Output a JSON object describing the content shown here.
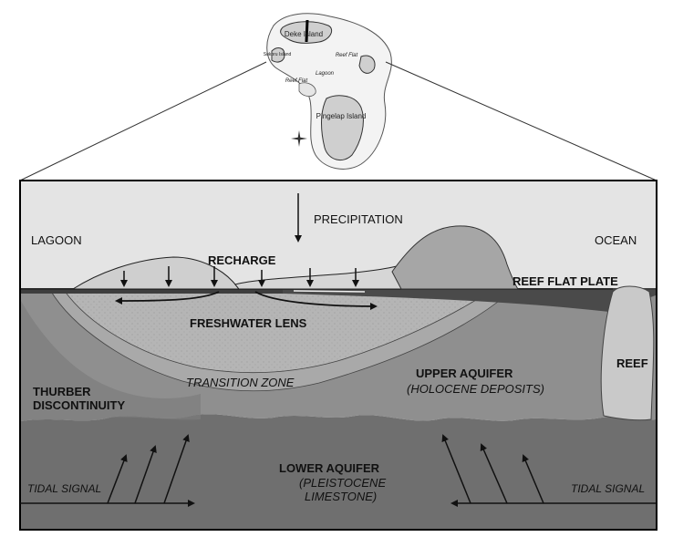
{
  "map": {
    "deke_island": "Deke Island",
    "sukoru_island": "Sukoru Island",
    "reef_flat_1": "Reef Flat",
    "reef_flat_2": "Reef Flat",
    "lagoon": "Lagoon",
    "pingelap_island": "Pingelap Island",
    "compass_icon": "compass-rose-icon"
  },
  "cross_section": {
    "lagoon": "LAGOON",
    "ocean": "OCEAN",
    "precipitation": "PRECIPITATION",
    "recharge": "RECHARGE",
    "reef_flat_plate": "REEF FLAT PLATE",
    "freshwater_lens": "FRESHWATER LENS",
    "transition_zone": "TRANSITION ZONE",
    "upper_aquifer": "UPPER AQUIFER",
    "upper_aquifer_sub": "(HOLOCENE DEPOSITS)",
    "thurber_line1": "THURBER",
    "thurber_line2": "DISCONTINUITY",
    "reef": "REEF",
    "lower_aquifer": "LOWER AQUIFER",
    "lower_aquifer_sub1": "(PLEISTOCENE",
    "lower_aquifer_sub2": "LIMESTONE)",
    "tidal_signal_left": "TIDAL SIGNAL",
    "tidal_signal_right": "TIDAL SIGNAL"
  },
  "colors": {
    "sky": "#e4e4e4",
    "lens": "#b9b9b9",
    "upper_aquifer": "#8f8f8f",
    "lower_aquifer": "#6f6f6f",
    "reef": "#c9c9c9",
    "island_fill": "#d0d0d0",
    "reef_plate": "#3e3e3e"
  }
}
